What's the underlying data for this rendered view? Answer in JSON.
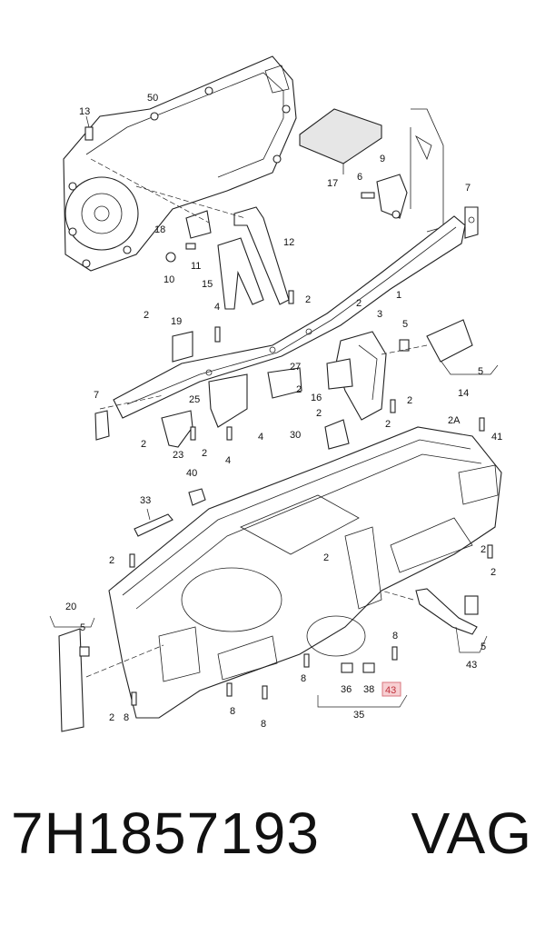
{
  "callouts": [
    {
      "id": "c50",
      "text": "50"
    },
    {
      "id": "c13",
      "text": "13"
    },
    {
      "id": "c17",
      "text": "17"
    },
    {
      "id": "c9",
      "text": "9"
    },
    {
      "id": "c6",
      "text": "6"
    },
    {
      "id": "c7a",
      "text": "7"
    },
    {
      "id": "c18",
      "text": "18"
    },
    {
      "id": "c12",
      "text": "12"
    },
    {
      "id": "c11",
      "text": "11"
    },
    {
      "id": "c10",
      "text": "10"
    },
    {
      "id": "c15",
      "text": "15"
    },
    {
      "id": "c1",
      "text": "1"
    },
    {
      "id": "c2a",
      "text": "2"
    },
    {
      "id": "c2b",
      "text": "2"
    },
    {
      "id": "c2c",
      "text": "2"
    },
    {
      "id": "c19",
      "text": "19"
    },
    {
      "id": "c4a",
      "text": "4"
    },
    {
      "id": "c3",
      "text": "3"
    },
    {
      "id": "c5a",
      "text": "5"
    },
    {
      "id": "c27",
      "text": "27"
    },
    {
      "id": "c16",
      "text": "16"
    },
    {
      "id": "c2d",
      "text": "2"
    },
    {
      "id": "c14",
      "text": "14"
    },
    {
      "id": "c5b",
      "text": "5"
    },
    {
      "id": "c7b",
      "text": "7"
    },
    {
      "id": "c25",
      "text": "25"
    },
    {
      "id": "c2e",
      "text": "2"
    },
    {
      "id": "c4b",
      "text": "4"
    },
    {
      "id": "c2f",
      "text": "2"
    },
    {
      "id": "c2g",
      "text": "2"
    },
    {
      "id": "c30",
      "text": "30"
    },
    {
      "id": "c2A",
      "text": "2A"
    },
    {
      "id": "c41",
      "text": "41"
    },
    {
      "id": "c2h",
      "text": "2"
    },
    {
      "id": "c23",
      "text": "23"
    },
    {
      "id": "c2i",
      "text": "2"
    },
    {
      "id": "c4c",
      "text": "4"
    },
    {
      "id": "c40",
      "text": "40"
    },
    {
      "id": "c33",
      "text": "33"
    },
    {
      "id": "c2j",
      "text": "2"
    },
    {
      "id": "c2k",
      "text": "2"
    },
    {
      "id": "c2l",
      "text": "2"
    },
    {
      "id": "c2m",
      "text": "2"
    },
    {
      "id": "c20",
      "text": "20"
    },
    {
      "id": "c5c",
      "text": "5"
    },
    {
      "id": "c5d",
      "text": "5"
    },
    {
      "id": "c43a",
      "text": "43"
    },
    {
      "id": "c8a",
      "text": "8"
    },
    {
      "id": "c8b",
      "text": "8"
    },
    {
      "id": "c36",
      "text": "36"
    },
    {
      "id": "c38",
      "text": "38"
    },
    {
      "id": "c43b",
      "text": "43"
    },
    {
      "id": "c35",
      "text": "35"
    },
    {
      "id": "c2n",
      "text": "2"
    },
    {
      "id": "c8c",
      "text": "8"
    },
    {
      "id": "c8d",
      "text": "8"
    },
    {
      "id": "c8e",
      "text": "8"
    }
  ],
  "footer": {
    "part_number": "7H1857193",
    "brand": "VAG"
  },
  "colors": {
    "highlight_fill": "#f7cfd2",
    "highlight_stroke": "#d8757d",
    "line": "#222222"
  }
}
